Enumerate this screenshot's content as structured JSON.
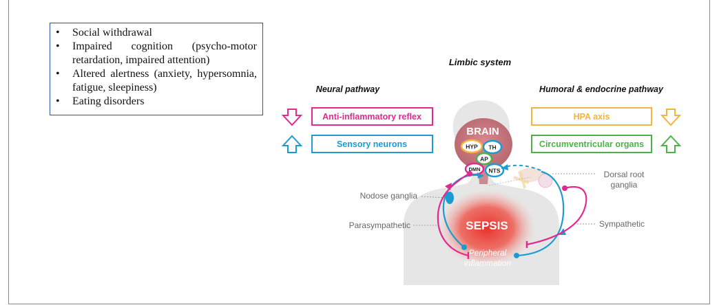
{
  "symptoms": [
    "Social withdrawal",
    "Impaired cognition (psycho-motor retardation, impaired attention)",
    "Altered alertness (anxiety, hypersomnia, fatigue, sleepiness)",
    "Eating disorders"
  ],
  "diagram": {
    "title": "Limbic system",
    "neural_heading": "Neural pathway",
    "humoral_heading": "Humoral & endocrine pathway",
    "anti_inflammatory": "Anti-inflammatory reflex",
    "sensory_neurons": "Sensory neurons",
    "hpa_axis": "HPA axis",
    "circumventricular": "Circumventricular organs",
    "brain": "BRAIN",
    "hyp": "HYP",
    "th": "TH",
    "ap": "AP",
    "dmn": "DMN",
    "nts": "NTS",
    "nodose": "Nodose ganglia",
    "parasympathetic": "Parasympathetic",
    "dorsal_root_1": "Dorsal root",
    "dorsal_root_2": "ganglia",
    "sympathetic": "Sympathetic",
    "sepsis": "SEPSIS",
    "peripheral_1": "Peripheral",
    "peripheral_2": "inflammation"
  },
  "colors": {
    "magenta": "#e3288e",
    "blue": "#1d9bd1",
    "orange": "#f3b33d",
    "green": "#4fb04a",
    "sepsis_red": "#e8322b"
  }
}
